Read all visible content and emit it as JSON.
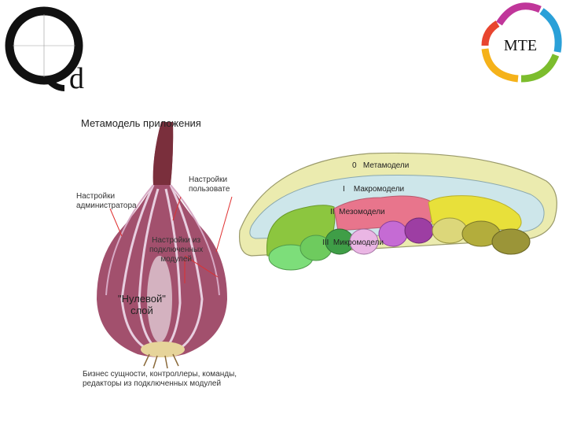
{
  "logos": {
    "left_text": "d",
    "right_text": "MTE"
  },
  "onion": {
    "title": "Метамодель приложения",
    "user_settings": [
      "Настройки",
      "пользовате"
    ],
    "admin_settings": [
      "Настройки",
      "администратора"
    ],
    "module_settings": [
      "Настройки из",
      "подключенных",
      "модулей"
    ],
    "zero_layer": [
      "\"Нулевой\"",
      "слой"
    ],
    "base": [
      "Бизнес сущности, контроллеры, команды,",
      "редакторы из подключенных модулей"
    ]
  },
  "layers": {
    "items": [
      {
        "numeral": "0",
        "label": "Метамодели"
      },
      {
        "numeral": "I",
        "label": "Макромодели"
      },
      {
        "numeral": "II",
        "label": "Мезомодели"
      },
      {
        "numeral": "III",
        "label": "Микромодели"
      }
    ]
  },
  "colors": {
    "outer_layer": "#ebebaf",
    "macro_layer": "#cde6ea",
    "green_blob": "#8cc63f",
    "pink_blob": "#e8758c",
    "yellow_blob": "#e8e03a",
    "onion_purple": "#a2506d"
  }
}
